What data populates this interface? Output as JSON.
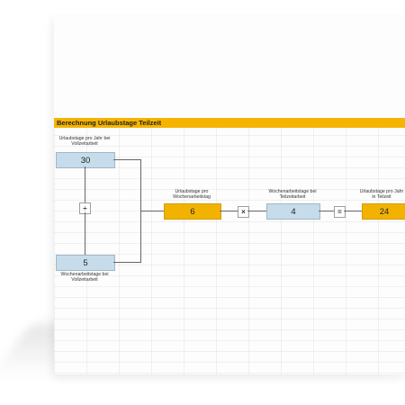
{
  "sheet": {
    "title": "Berechnung Urlaubstage Teilzeit"
  },
  "inputs": {
    "urlaubstage_vollzeit_label": "Urlaubstage pro Jahr bei Vollzeitarbeit",
    "urlaubstage_vollzeit_value": "30",
    "wochenarbeitstage_vollzeit_label": "Wochenarbeitstage bei Vollzeitarbeit",
    "wochenarbeitstage_vollzeit_value": "5",
    "wochenarbeitstage_teilzeit_label": "Wochenarbeitstage bei Teilzeitarbeit",
    "wochenarbeitstage_teilzeit_value": "4"
  },
  "results": {
    "urlaubstage_pro_wochenarbeitstag_label": "Urlaubstage pro Wochenarbeitstag",
    "urlaubstage_pro_wochenarbeitstag_value": "6",
    "urlaubstage_teilzeit_label": "Urlaubstage pro Jahr in Teilzeit",
    "urlaubstage_teilzeit_value": "24"
  },
  "operators": {
    "divide": "÷",
    "multiply": "×",
    "equals": "="
  },
  "colors": {
    "accent": "#f5b400",
    "input_box": "#c7dceb",
    "result_box": "#f2b300"
  }
}
